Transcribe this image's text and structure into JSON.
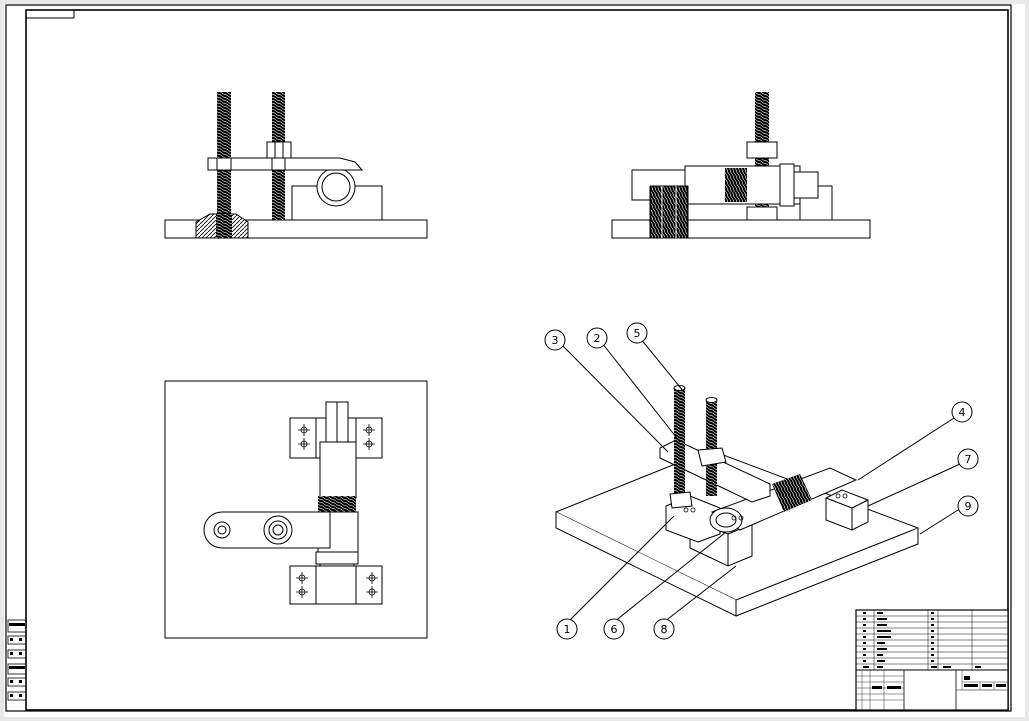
{
  "drawing": {
    "type": "fixture assembly engineering drawing",
    "views": [
      "front",
      "side",
      "top",
      "isometric"
    ],
    "balloons": [
      {
        "num": "3"
      },
      {
        "num": "2"
      },
      {
        "num": "5"
      },
      {
        "num": "4"
      },
      {
        "num": "7"
      },
      {
        "num": "9"
      },
      {
        "num": "1"
      },
      {
        "num": "6"
      },
      {
        "num": "8"
      }
    ]
  }
}
